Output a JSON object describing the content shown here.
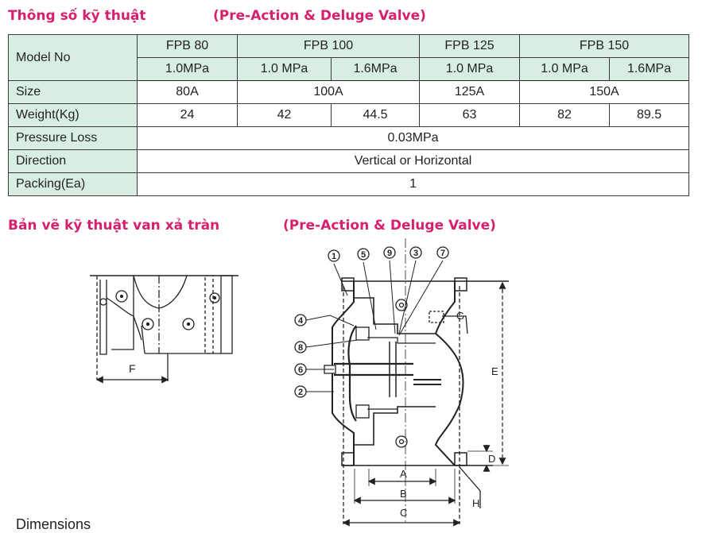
{
  "spec": {
    "title": "Thông số kỹ thuật",
    "subtitle": "(Pre-Action & Deluge Valve)",
    "table": {
      "model_label": "Model No",
      "models": [
        "FPB 80",
        "FPB 100",
        "FPB 125",
        "FPB 150"
      ],
      "pressures": [
        "1.0MPa",
        "1.0 MPa",
        "1.6MPa",
        "1.0 MPa",
        "1.0 MPa",
        "1.6MPa"
      ],
      "rows": [
        {
          "label": "Size",
          "cells": [
            "80A",
            "100A",
            "125A",
            "150A"
          ]
        },
        {
          "label": "Weight(Kg)",
          "cells": [
            "24",
            "42",
            "44.5",
            "63",
            "82",
            "89.5"
          ]
        },
        {
          "label": "Pressure Loss",
          "cells": [
            "0.03MPa"
          ]
        },
        {
          "label": "Direction",
          "cells": [
            "Vertical or Horizontal"
          ]
        },
        {
          "label": "Packing(Ea)",
          "cells": [
            "1"
          ]
        }
      ]
    }
  },
  "drawing": {
    "title": "Bản vẽ kỹ thuật van xả tràn",
    "subtitle": "(Pre-Action & Deluge Valve)",
    "side_dim_label": "F",
    "callouts": [
      "1",
      "5",
      "9",
      "3",
      "7",
      "4",
      "8",
      "6",
      "2"
    ],
    "dim_labels": [
      "E",
      "G",
      "D",
      "A",
      "B",
      "C",
      "H"
    ]
  },
  "dimensions_heading": "Dimensions"
}
